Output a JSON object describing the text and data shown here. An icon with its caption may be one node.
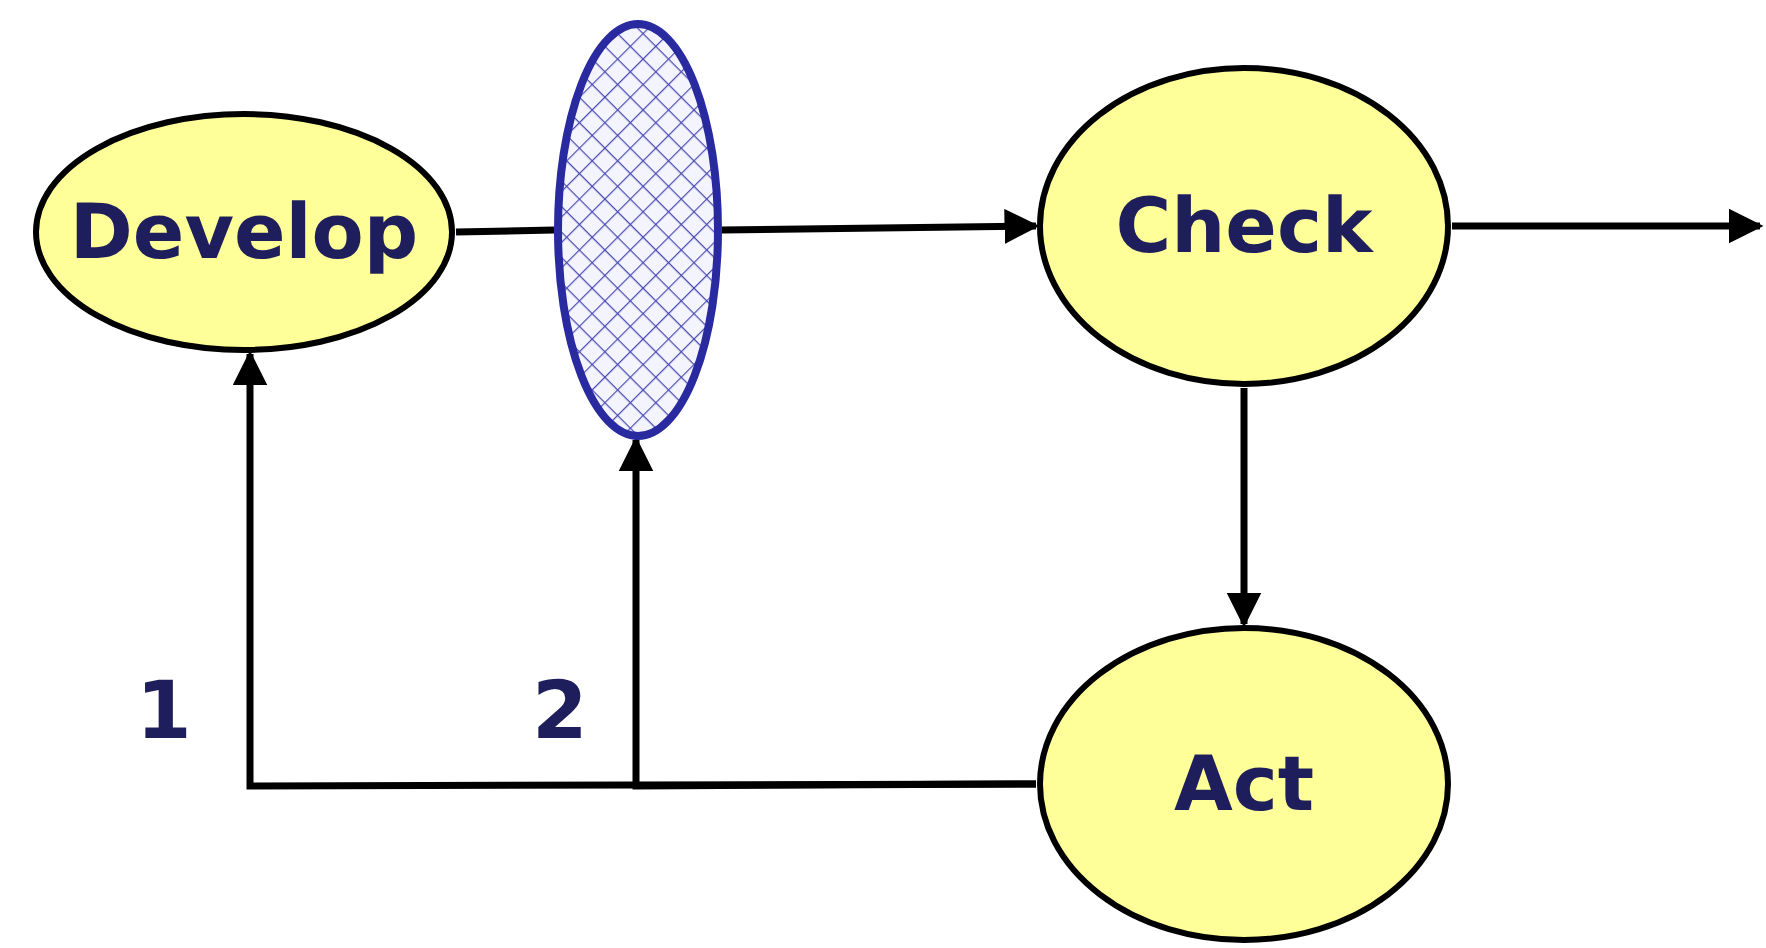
{
  "diagram": {
    "nodes": [
      {
        "text": [
          "Develop"
        ]
      },
      {
        "text": [],
        "shape": "ellipse"
      },
      {
        "text": [
          "Check"
        ]
      },
      {
        "text": [
          "Act"
        ]
      }
    ],
    "edges": [
      {
        "from": 0,
        "to": 1,
        "arrow": "none"
      },
      {
        "from": 1,
        "to": 2,
        "arrow": "to"
      },
      {
        "from": 2,
        "to": null,
        "arrow": "to"
      },
      {
        "from": 2,
        "to": 3,
        "arrow": "to"
      },
      {
        "from": 3,
        "to": 0,
        "arrow": "to"
      },
      {
        "from": 3,
        "to": 1,
        "arrow": "to"
      }
    ],
    "labels": [
      "1",
      "2"
    ]
  }
}
